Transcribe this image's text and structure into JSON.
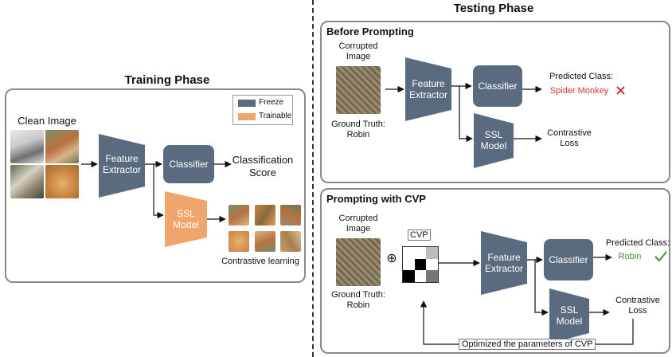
{
  "colors": {
    "freeze": "#5a6b80",
    "trainable": "#f0a56a",
    "wrong": "#d23434",
    "right": "#3b9a2c"
  },
  "training": {
    "title": "Training Phase",
    "legend": {
      "freeze": "Freeze",
      "trainable": "Trainable"
    },
    "clean_image": "Clean Image",
    "feature_extractor": [
      "Feature",
      "Extractor"
    ],
    "classifier": "Classifier",
    "score": [
      "Classification",
      "Score"
    ],
    "ssl_model": [
      "SSL",
      "Model"
    ],
    "contrastive": "Contrastive learning"
  },
  "testing": {
    "title": "Testing Phase",
    "before": {
      "title": "Before Prompting",
      "corrupted": [
        "Corrupted",
        "Image"
      ],
      "ground_truth": [
        "Ground Truth:",
        "Robin"
      ],
      "feature_extractor": [
        "Feature",
        "Extractor"
      ],
      "classifier": "Classifier",
      "predicted": "Predicted Class:",
      "predicted_value": "Spider Monkey",
      "ssl_model": [
        "SSL",
        "Model"
      ],
      "loss": [
        "Contrastive",
        "Loss"
      ]
    },
    "cvp": {
      "title": "Prompting with CVP",
      "corrupted": [
        "Corrupted",
        "Image"
      ],
      "ground_truth": [
        "Ground Truth:",
        "Robin"
      ],
      "cvp_label": "CVP",
      "oplus": "⊕",
      "feature_extractor": [
        "Feature",
        "Extractor"
      ],
      "classifier": "Classifier",
      "predicted": "Predicted Class:",
      "predicted_value": "Robin",
      "ssl_model": [
        "SSL",
        "Model"
      ],
      "loss": [
        "Contrastive",
        "Loss"
      ],
      "optimize": "Optimized the parameters of CVP"
    }
  }
}
